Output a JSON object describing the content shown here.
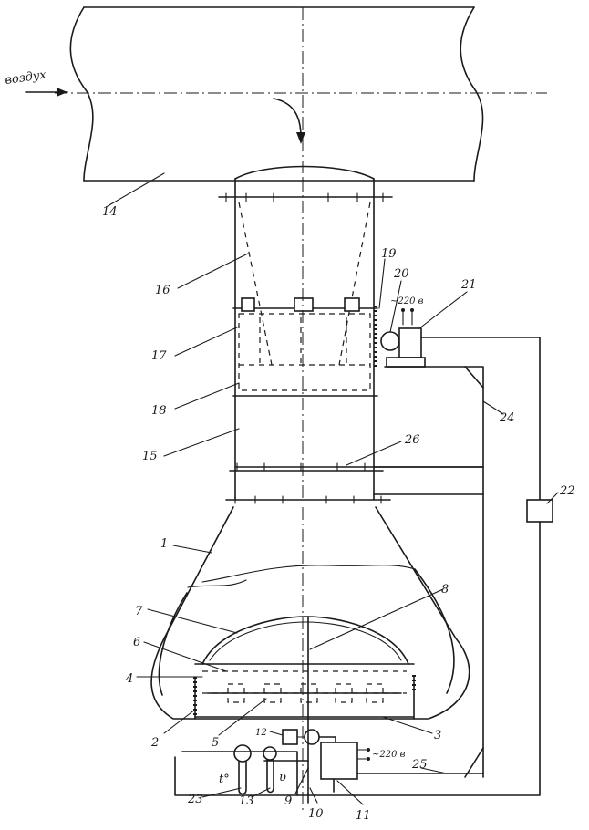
{
  "drawing": {
    "air_label": "воздух",
    "voltage_top": "~220 в",
    "voltage_bottom": "~220 в",
    "sensor_temp": "t°",
    "sensor_flow": "υ",
    "callouts": {
      "n1": "1",
      "n2": "2",
      "n3": "3",
      "n4": "4",
      "n5": "5",
      "n6": "6",
      "n7": "7",
      "n8": "8",
      "n9": "9",
      "n10": "10",
      "n11": "11",
      "n12": "12",
      "n13": "13",
      "n14": "14",
      "n15": "15",
      "n16": "16",
      "n17": "17",
      "n18": "18",
      "n19": "19",
      "n20": "20",
      "n21": "21",
      "n22": "22",
      "n23": "23",
      "n24": "24",
      "n25": "25",
      "n26": "26"
    }
  }
}
